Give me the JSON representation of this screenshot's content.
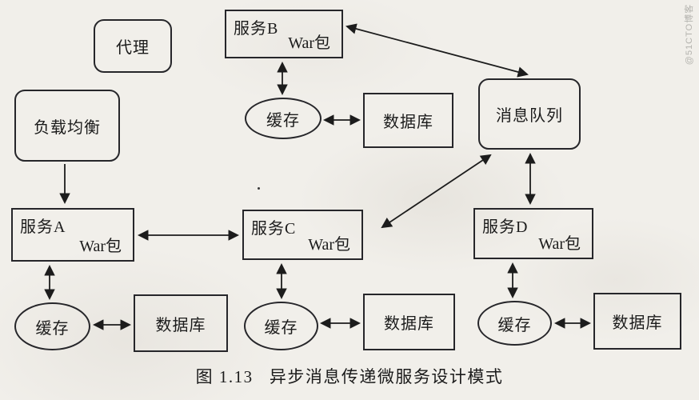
{
  "palette": {
    "ink": "#1b1b1b",
    "line": "#26262a",
    "paper": "#f1efea",
    "watermark_gray": "#b4b3ae"
  },
  "caption": "图 1.13   异步消息传递微服务设计模式",
  "watermark": "@51CTO博客",
  "nodes": {
    "proxy": {
      "label": "代理",
      "shape": "rounded-rect"
    },
    "load_balancer": {
      "label": "负载均衡",
      "shape": "rounded-rect"
    },
    "service_b": {
      "label": "服务B",
      "package": "War包",
      "shape": "rect"
    },
    "cache_top": {
      "label": "缓存",
      "shape": "ellipse"
    },
    "db_top": {
      "label": "数据库",
      "shape": "rect"
    },
    "message_queue": {
      "label": "消息队列",
      "shape": "rounded-rect"
    },
    "service_a": {
      "label": "服务A",
      "package": "War包",
      "shape": "rect"
    },
    "service_c": {
      "label": "服务C",
      "package": "War包",
      "shape": "rect"
    },
    "service_d": {
      "label": "服务D",
      "package": "War包",
      "shape": "rect"
    },
    "cache_a": {
      "label": "缓存",
      "shape": "ellipse"
    },
    "db_a": {
      "label": "数据库",
      "shape": "rect"
    },
    "cache_c": {
      "label": "缓存",
      "shape": "ellipse"
    },
    "db_c": {
      "label": "数据库",
      "shape": "rect"
    },
    "cache_d": {
      "label": "缓存",
      "shape": "ellipse"
    },
    "db_d": {
      "label": "数据库",
      "shape": "rect"
    }
  },
  "edges": [
    {
      "from": "load_balancer",
      "to": "service_a",
      "direction": "one-way"
    },
    {
      "from": "service_b",
      "to": "cache_top",
      "direction": "two-way"
    },
    {
      "from": "cache_top",
      "to": "db_top",
      "direction": "two-way"
    },
    {
      "from": "service_b",
      "to": "message_queue",
      "direction": "two-way"
    },
    {
      "from": "service_a",
      "to": "service_c",
      "direction": "two-way"
    },
    {
      "from": "service_a",
      "to": "cache_a",
      "direction": "two-way"
    },
    {
      "from": "cache_a",
      "to": "db_a",
      "direction": "two-way"
    },
    {
      "from": "service_c",
      "to": "cache_c",
      "direction": "two-way"
    },
    {
      "from": "cache_c",
      "to": "db_c",
      "direction": "two-way"
    },
    {
      "from": "service_c",
      "to": "message_queue",
      "direction": "two-way"
    },
    {
      "from": "message_queue",
      "to": "service_d",
      "direction": "two-way"
    },
    {
      "from": "service_d",
      "to": "cache_d",
      "direction": "two-way"
    },
    {
      "from": "cache_d",
      "to": "db_d",
      "direction": "two-way"
    }
  ]
}
